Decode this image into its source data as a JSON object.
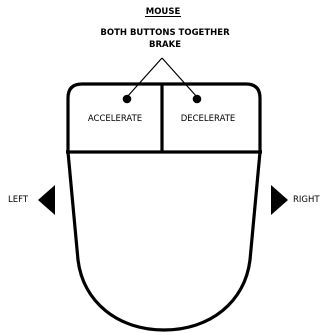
{
  "title": "MOUSE",
  "note_line1": "BOTH BUTTONS TOGETHER",
  "note_line2": "BRAKE",
  "left_button_label": "ACCELERATE",
  "right_button_label": "DECELERATE",
  "left_label": "LEFT",
  "right_label": "RIGHT",
  "icons": {
    "left": "left-arrow",
    "right": "right-arrow"
  },
  "colors": {
    "ink": "#000000",
    "paper": "#ffffff"
  }
}
